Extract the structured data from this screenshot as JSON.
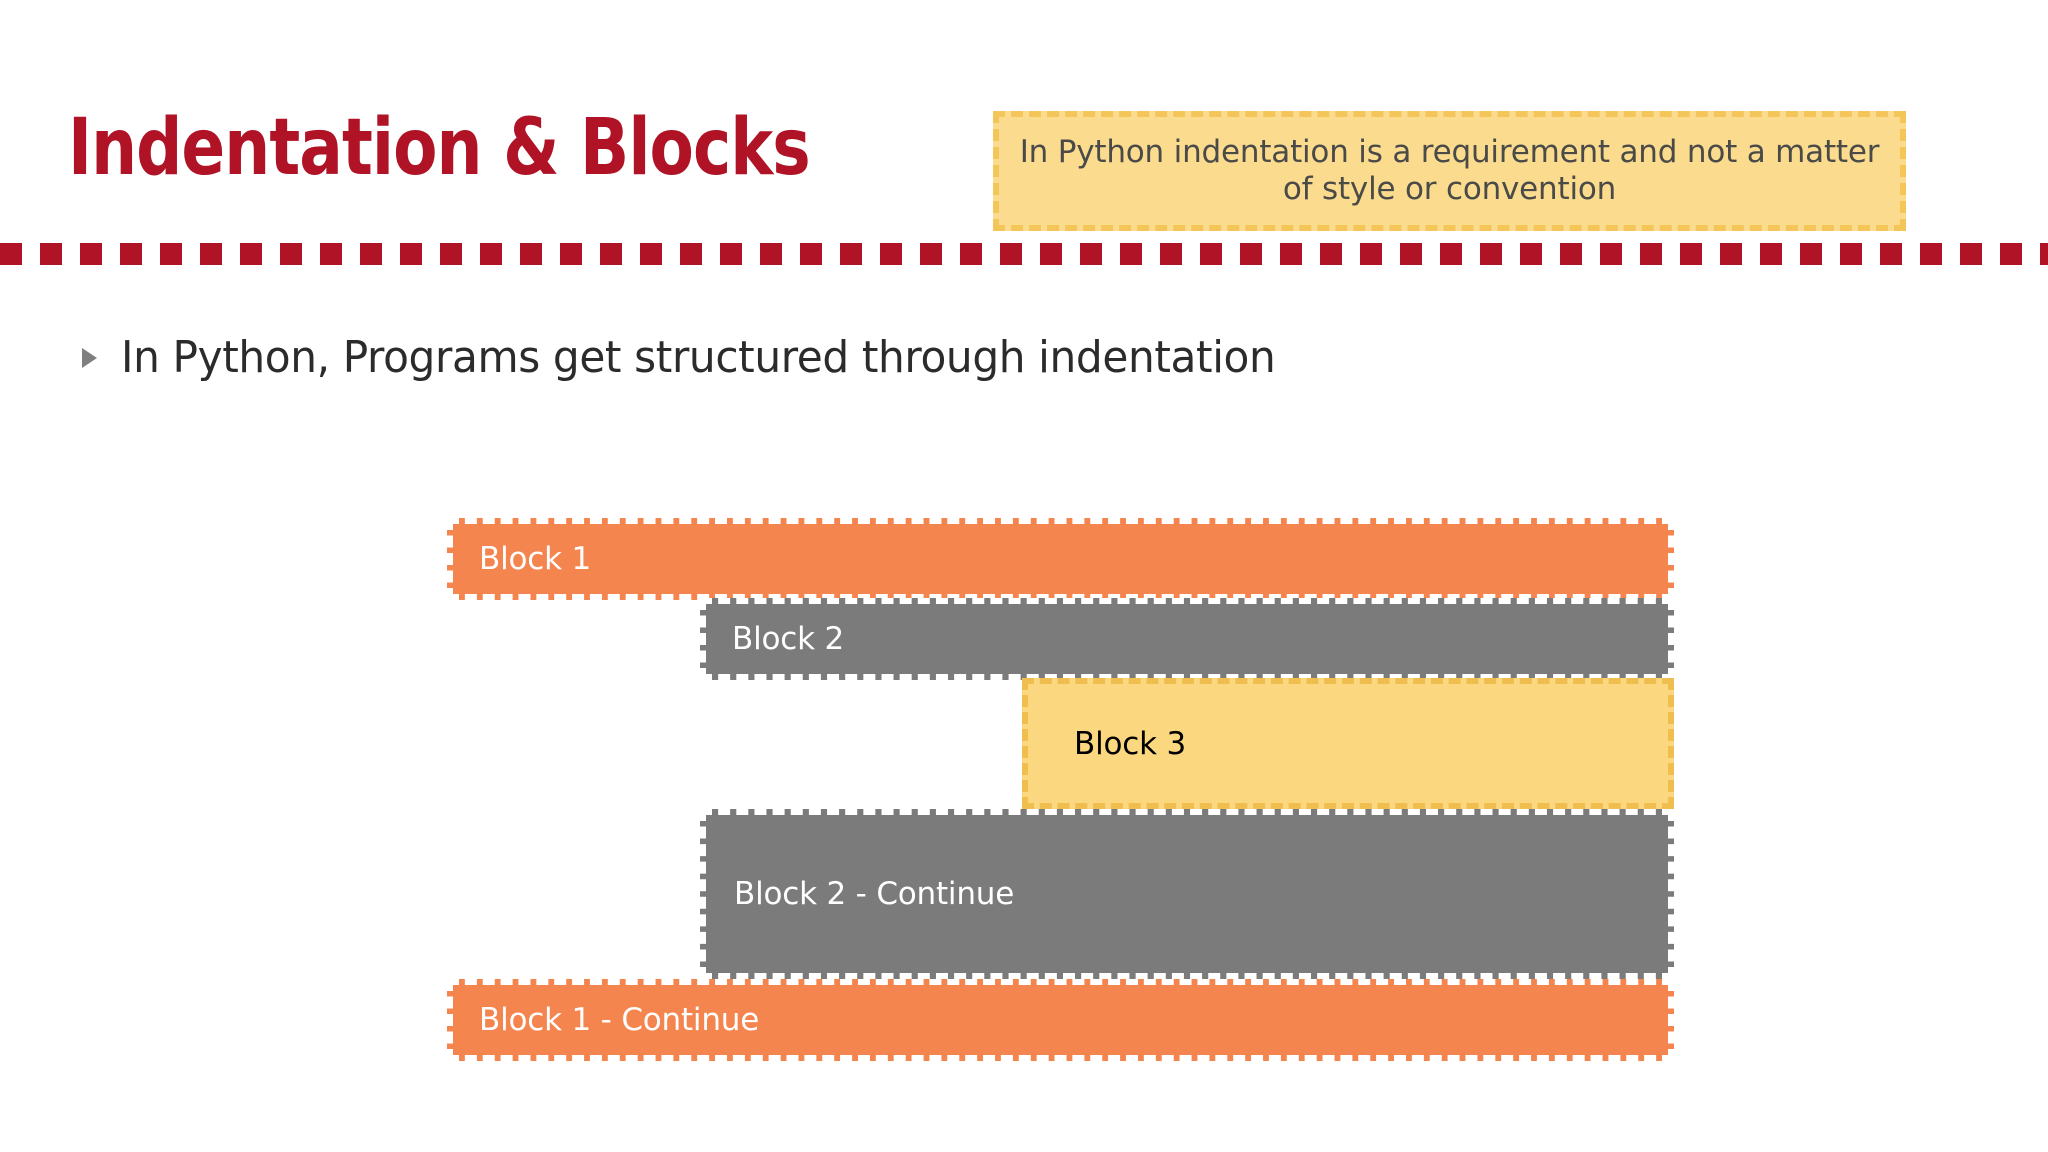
{
  "slide": {
    "title": "Indentation & Blocks",
    "callout": "In Python indentation is a requirement and not a matter of style or convention",
    "bullet": "In Python, Programs get structured through indentation",
    "bullet_marker_icon": "triangle-bullet-icon"
  },
  "colors": {
    "title_red": "#B01226",
    "divider_red": "#B01226",
    "callout_fill": "#FBDC8E",
    "callout_border": "#F4C65A",
    "block_orange": "#F5854F",
    "block_gray": "#7B7B7B",
    "block_yellow": "#FBD780",
    "block_yellow_border": "#F0BD4F",
    "block_border_white": "#FFFFFF",
    "body_text": "#2B2B2B"
  },
  "diagram": {
    "blocks": [
      {
        "id": "block-1",
        "label": "Block 1",
        "color": "orange",
        "indent_level": 0
      },
      {
        "id": "block-2",
        "label": "Block 2",
        "color": "gray",
        "indent_level": 1
      },
      {
        "id": "block-3",
        "label": "Block 3",
        "color": "yellow",
        "indent_level": 2
      },
      {
        "id": "block-2-continue",
        "label": "Block 2 - Continue",
        "color": "gray",
        "indent_level": 1
      },
      {
        "id": "block-1-continue",
        "label": "Block 1 - Continue",
        "color": "orange",
        "indent_level": 0
      }
    ]
  }
}
